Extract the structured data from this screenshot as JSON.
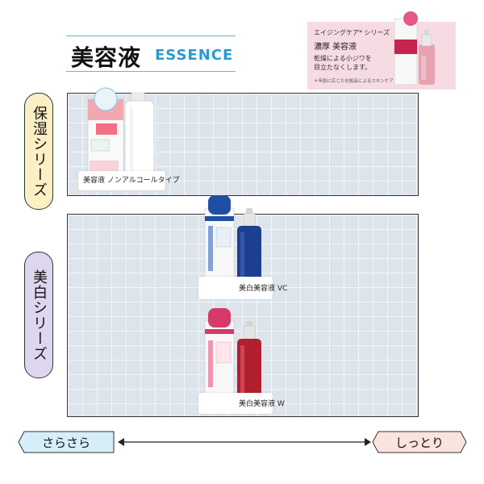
{
  "title": {
    "main": "美容液",
    "sub": "ESSENCE"
  },
  "aging_box": {
    "series": "エイジングケア* シリーズ",
    "name": "濃厚 美容液",
    "desc_line1": "乾燥による小ジワを",
    "desc_line2": "目立たなくします。",
    "note": "＊年齢に応じた化粧品によるスキンケア"
  },
  "series": [
    {
      "label": "保湿シリーズ",
      "products": [
        {
          "label": "美容液 ノンアルコールタイプ"
        }
      ]
    },
    {
      "label": "美白シリーズ",
      "products": [
        {
          "label": "美白美容液 VC"
        },
        {
          "label": "美白美容液 W"
        }
      ]
    }
  ],
  "axis": {
    "left": "さらさら",
    "right": "しっとり"
  },
  "colors": {
    "accent": "#2a9ad0",
    "moist_pill": "#fbefc4",
    "white_pill": "#ddd6ee",
    "aging_bg": "#f6dbe3",
    "panel_bg": "#dde4ec",
    "axis_left": "#d6eef8",
    "axis_right": "#fbe3de"
  }
}
